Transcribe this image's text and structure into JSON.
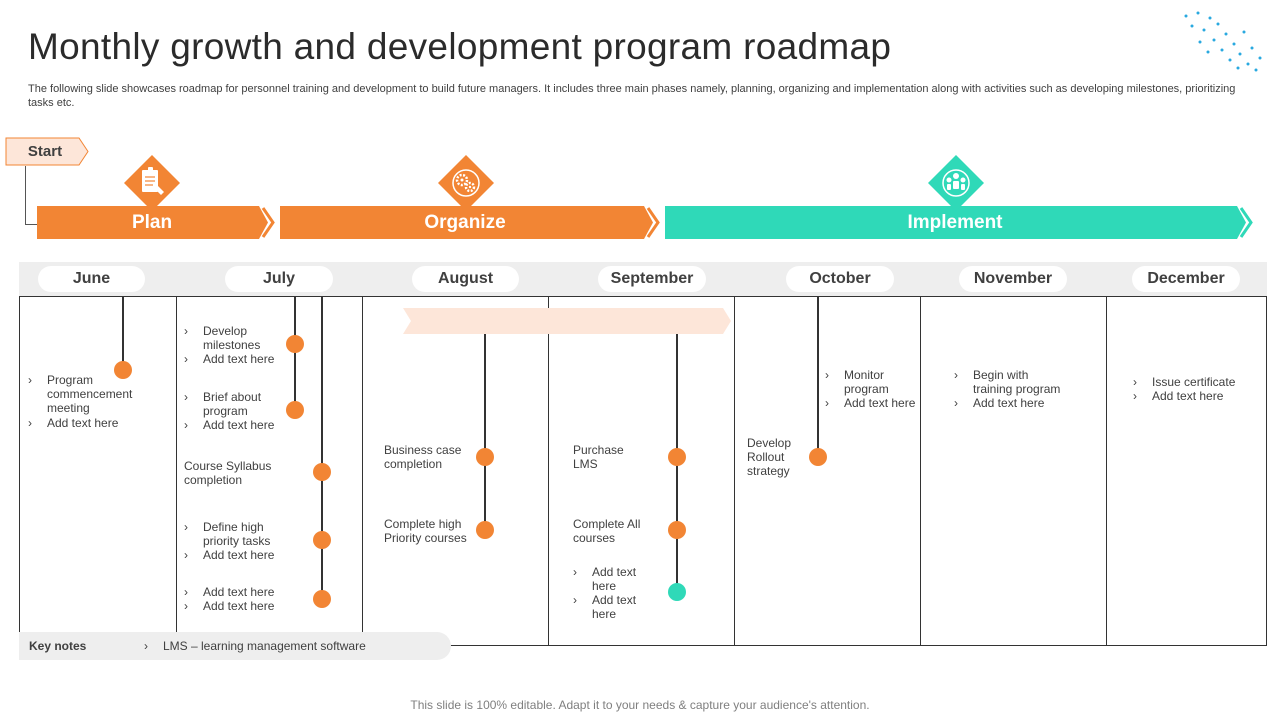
{
  "title": "Monthly growth and development program roadmap",
  "subtitle": "The following slide showcases roadmap for personnel training and development to build future managers. It includes three main phases namely, planning, organizing and implementation along with activities such as developing milestones, prioritizing tasks etc.",
  "start_label": "Start",
  "colors": {
    "orange": "#f28534",
    "teal": "#2fd9b8",
    "band": "#fde6d9"
  },
  "phases": [
    {
      "label": "Plan",
      "icon": "checklist-icon"
    },
    {
      "label": "Organize",
      "icon": "gears-icon"
    },
    {
      "label": "Implement",
      "icon": "team-icon"
    }
  ],
  "months": [
    "June",
    "July",
    "August",
    "September",
    "October",
    "November",
    "December"
  ],
  "items": {
    "june_1": "Program commencement meeting",
    "june_2": "Add text here",
    "july_1": "Develop milestones",
    "july_2": "Add text here",
    "july_3": "Brief about program",
    "july_4": "Add text here",
    "july_5": "Course Syllabus completion",
    "july_6": "Define high priority tasks",
    "july_7": "Add text here",
    "july_8": "Add text here",
    "july_9": "Add text here",
    "aug_1": "Business case completion",
    "aug_2": "Complete high Priority courses",
    "sep_1": "Purchase LMS",
    "sep_2": "Complete All courses",
    "sep_3": "Add text here",
    "sep_4": "Add text here",
    "oct_1": "Develop Rollout strategy",
    "oct_2": "Monitor program",
    "oct_3": "Add text here",
    "nov_1": "Begin with training program",
    "nov_2": "Add text here",
    "dec_1": "Issue certificate",
    "dec_2": "Add text here"
  },
  "key_notes": {
    "title": "Key notes",
    "text": "LMS – learning management software"
  },
  "footer": "This slide is 100% editable. Adapt it to your needs & capture your audience's attention."
}
